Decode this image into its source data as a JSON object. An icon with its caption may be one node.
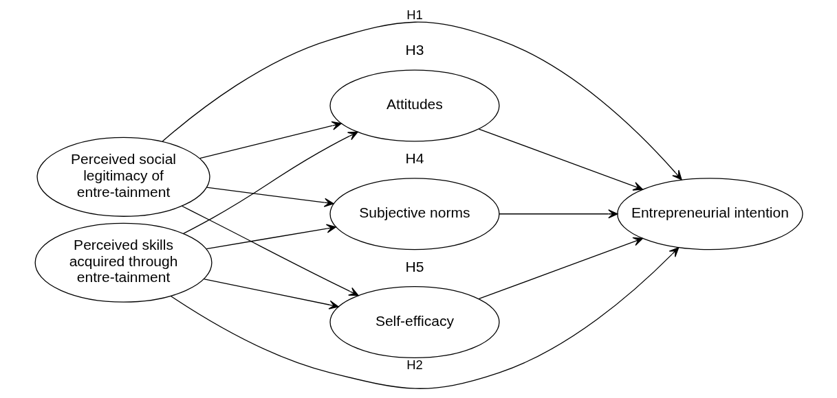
{
  "diagram": {
    "nodes": [
      {
        "text": [
          "Perceived social legitimacy of entre-tainment"
        ]
      },
      {
        "text": [
          "Perceived skills acquired through entre-tainment"
        ]
      },
      {
        "text": [
          "Attitudes"
        ],
        "beside": [
          "H3"
        ]
      },
      {
        "text": [
          "Subjective norms"
        ],
        "beside": [
          "H4"
        ]
      },
      {
        "text": [
          "Self-efficacy"
        ],
        "beside": [
          "H5"
        ]
      },
      {
        "text": [
          "Entrepreneurial intention"
        ]
      }
    ],
    "edges": [
      {
        "from": 0,
        "to": 5,
        "arrow": "to",
        "label": "H1"
      },
      {
        "from": 0,
        "to": 2,
        "arrow": "to"
      },
      {
        "from": 0,
        "to": 3,
        "arrow": "to"
      },
      {
        "from": 0,
        "to": 4,
        "arrow": "to"
      },
      {
        "from": 1,
        "to": 2,
        "arrow": "to"
      },
      {
        "from": 1,
        "to": 3,
        "arrow": "to"
      },
      {
        "from": 1,
        "to": 4,
        "arrow": "to"
      },
      {
        "from": 2,
        "to": 5,
        "arrow": "to"
      },
      {
        "from": 3,
        "to": 5,
        "arrow": "to"
      },
      {
        "from": 4,
        "to": 5,
        "arrow": "to"
      },
      {
        "from": 1,
        "to": 5,
        "arrow": "to",
        "label": "H2"
      }
    ]
  }
}
